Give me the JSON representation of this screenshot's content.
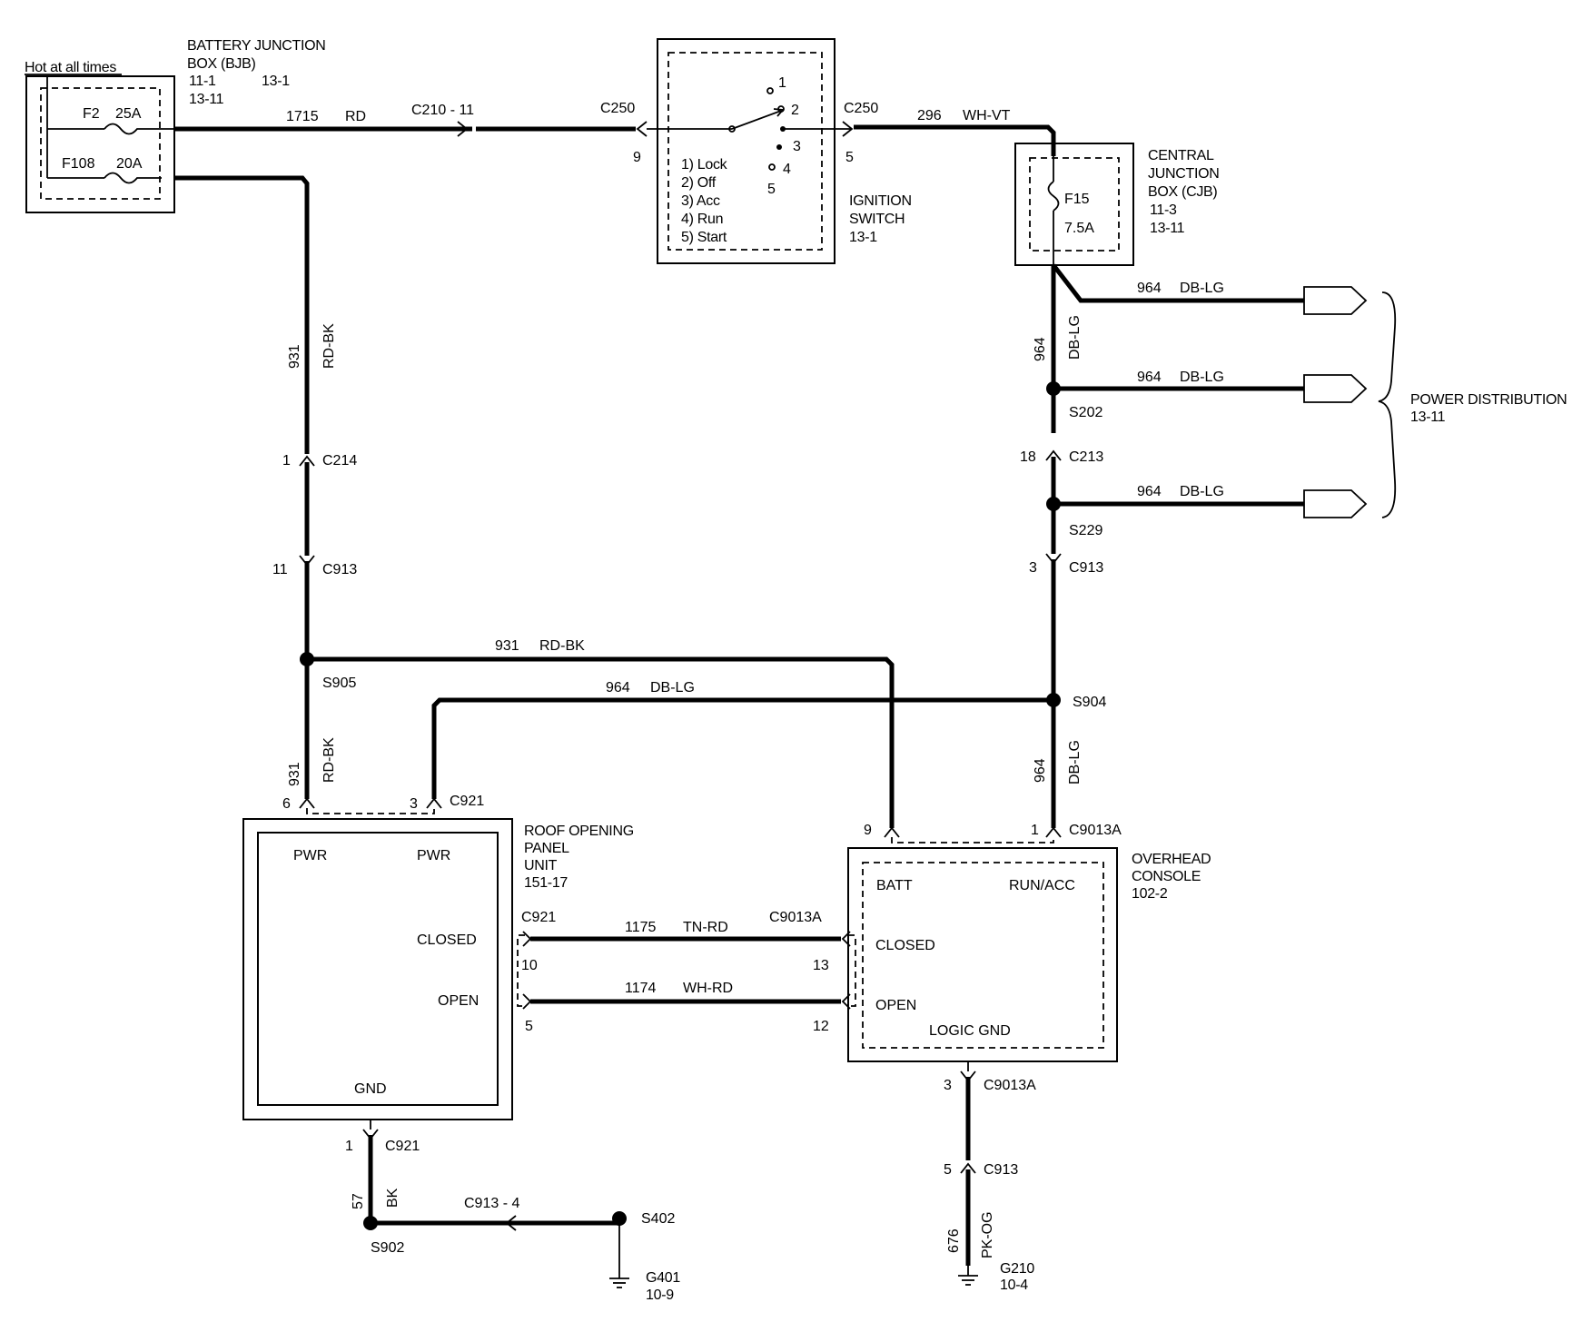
{
  "bjb": {
    "hot_label": "Hot at all times",
    "title_line1": "BATTERY JUNCTION",
    "title_line2": "BOX (BJB)",
    "ref1": "11-1",
    "ref2": "13-1",
    "ref3": "13-11",
    "fuse1_name": "F2",
    "fuse1_rating": "25A",
    "fuse2_name": "F108",
    "fuse2_rating": "20A"
  },
  "ignition": {
    "title_line1": "IGNITION",
    "title_line2": "SWITCH",
    "ref": "13-1",
    "pos_nums": [
      "1",
      "2",
      "3",
      "4",
      "5"
    ],
    "legend": [
      "1) Lock",
      "2) Off",
      "3) Acc",
      "4) Run",
      "5) Start"
    ],
    "c250_left": "C250",
    "c250_left_pin": "9",
    "c250_right": "C250",
    "c250_right_pin": "5"
  },
  "cjb": {
    "title_line1": "CENTRAL",
    "title_line2": "JUNCTION",
    "title_line3": "BOX (CJB)",
    "ref1": "11-3",
    "ref2": "13-11",
    "fuse_name": "F15",
    "fuse_rating": "7.5A"
  },
  "wires": {
    "w1715_num": "1715",
    "w1715_color": "RD",
    "c210": "C210 - 11",
    "w296_num": "296",
    "w296_color": "WH-VT",
    "w931_num": "931",
    "w931_color": "RD-BK",
    "w964_num": "964",
    "w964_color": "DB-LG",
    "w1175_num": "1175",
    "w1175_color": "TN-RD",
    "w1174_num": "1174",
    "w1174_color": "WH-RD",
    "w57_num": "57",
    "w57_color": "BK",
    "w676_num": "676",
    "w676_color": "PK-OG",
    "c913_4": "C913 - 4"
  },
  "power_dist": {
    "title": "POWER DISTRIBUTION",
    "ref": "13-11",
    "branch_num": "964",
    "branch_color": "DB-LG"
  },
  "connectors": {
    "c214": "C214",
    "c214_pin": "1",
    "c913": "C913",
    "c913_left_pin": "11",
    "c913_right_pin": "3",
    "c213": "C213",
    "c213_pin": "18",
    "c921": "C921",
    "c921_pwr1_pin": "6",
    "c921_pwr2_pin": "3",
    "c921_closed_pin": "10",
    "c921_open_pin": "5",
    "c921_gnd_pin": "1",
    "c9013a": "C9013A",
    "c9013a_batt_pin": "9",
    "c9013a_run_pin": "1",
    "c9013a_closed_pin": "13",
    "c9013a_open_pin": "12",
    "c9013a_gnd_pin": "3",
    "c913_gnd": "C913",
    "c913_gnd_pin": "5"
  },
  "splices": {
    "s202": "S202",
    "s229": "S229",
    "s905": "S905",
    "s904": "S904",
    "s902": "S902",
    "s402": "S402"
  },
  "grounds": {
    "g401": "G401",
    "g401_ref": "10-9",
    "g210": "G210",
    "g210_ref": "10-4"
  },
  "roof_unit": {
    "title_line1": "ROOF OPENING",
    "title_line2": "PANEL",
    "title_line3": "UNIT",
    "ref": "151-17",
    "pwr1": "PWR",
    "pwr2": "PWR",
    "closed": "CLOSED",
    "open": "OPEN",
    "gnd": "GND"
  },
  "overhead": {
    "title_line1": "OVERHEAD",
    "title_line2": "CONSOLE",
    "ref": "102-2",
    "batt": "BATT",
    "run_acc": "RUN/ACC",
    "closed": "CLOSED",
    "open": "OPEN",
    "logic_gnd": "LOGIC GND"
  }
}
